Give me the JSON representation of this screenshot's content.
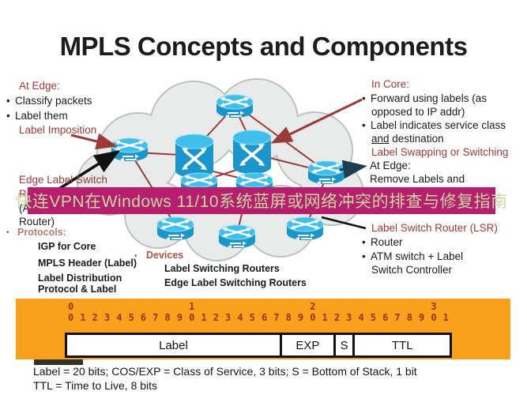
{
  "title": "MPLS Concepts and Components",
  "overlay_banner": {
    "text": "快连VPN在Windows 11/10系统蓝屏或网络冲突的排查与修复指南"
  },
  "bullet_char": "•",
  "left_column": {
    "at_edge": {
      "heading": "At Edge:",
      "items": [
        "Classify packets",
        "Label them"
      ],
      "note": "Label Imposition"
    },
    "edge_lsr": {
      "lines": [
        "Edge Label Switch",
        "Router",
        "(ATM",
        "Router)"
      ]
    },
    "protocols": {
      "heading": "Protocols:",
      "lines": [
        "IGP for Core",
        "MPLS Header (Label)",
        "Label Distribution",
        "Protocol & Label"
      ]
    }
  },
  "center_column": {
    "devices": {
      "heading": "Devices",
      "lines": [
        "Label Switching Routers",
        "Edge Label Switching Routers"
      ]
    }
  },
  "right_column": {
    "in_core_heading": "In Core:",
    "bullet1_line1": "Forward using labels (as",
    "bullet1_line2": "opposed to IP addr)",
    "bullet2_line1": "Label indicates service class",
    "bullet2_line2_underlined": "and",
    "bullet2_line2_rest": " destination",
    "swap_note": "Label Swapping or Switching",
    "at_edge_heading": "At Edge:",
    "at_edge_line": "Remove Labels and",
    "lsr_heading": "Label Switch Router (LSR)",
    "lsr_bullet1": "Router",
    "lsr_bullet2_line1": "ATM switch + Label",
    "lsr_bullet2_line2": "Switch Controller"
  },
  "mpls_header": {
    "tens": [
      "0",
      "1",
      "2",
      "3"
    ],
    "bit_digits": "01234567890123456789012345678901",
    "fields": [
      {
        "label": "Label",
        "bits": 20
      },
      {
        "label": "EXP",
        "bits": 3
      },
      {
        "label": "S",
        "bits": 1
      },
      {
        "label": "TTL",
        "bits": 8
      }
    ],
    "caption_line1": "Label = 20 bits; COS/EXP = Class of Service, 3 bits; S = Bottom of Stack, 1 bit",
    "caption_line2": "TTL = Time  to Live, 8 bits"
  },
  "icons": {
    "router": "router-icon",
    "atm_switch": "atm-switch-icon"
  },
  "colors": {
    "maroon": "#9c3a38",
    "protocols": "#b27d76",
    "devices": "#ad5249",
    "banner-bg": "#b81e6e",
    "banner-text": "#cbd8a2",
    "orange": "#f9a01c",
    "digit": "#993300",
    "teal": "#1d3d52",
    "ink": "#1b1b1b"
  }
}
